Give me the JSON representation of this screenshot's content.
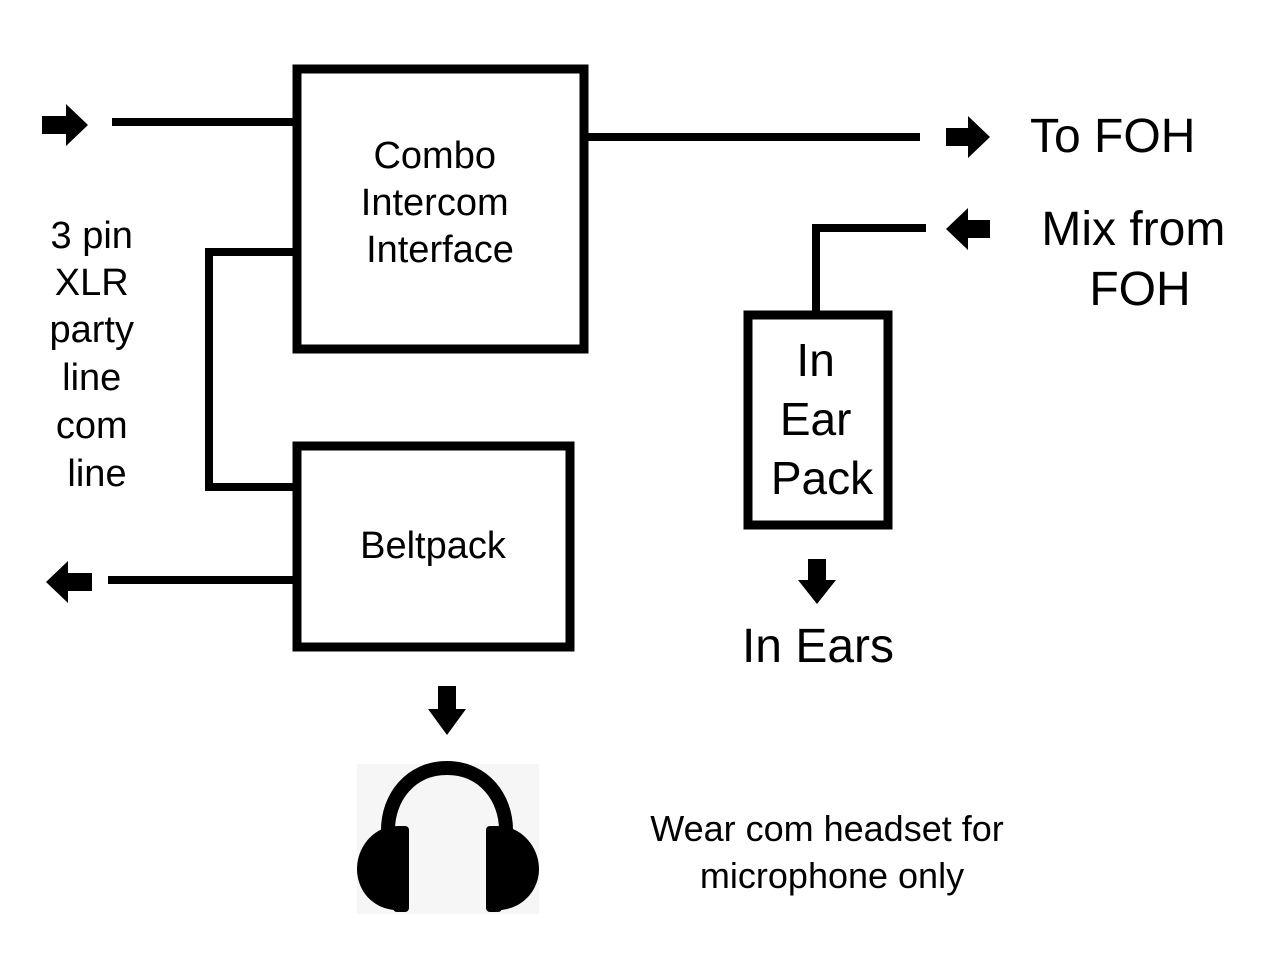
{
  "nodes": {
    "combo_interface": {
      "lines": [
        "Combo",
        "Intercom",
        "Interface"
      ]
    },
    "beltpack": {
      "label": "Beltpack"
    },
    "in_ear_pack": {
      "lines": [
        "In",
        "Ear",
        "Pack"
      ]
    }
  },
  "labels": {
    "xlr_line": [
      "3 pin",
      "XLR",
      "party",
      "line",
      "com",
      "line"
    ],
    "to_foh": "To FOH",
    "mix_from_foh": [
      "Mix from",
      "FOH"
    ],
    "in_ears": "In Ears",
    "headset_note": [
      "Wear com headset for",
      "microphone only"
    ]
  },
  "icons": {
    "headset": "headphones-icon"
  }
}
